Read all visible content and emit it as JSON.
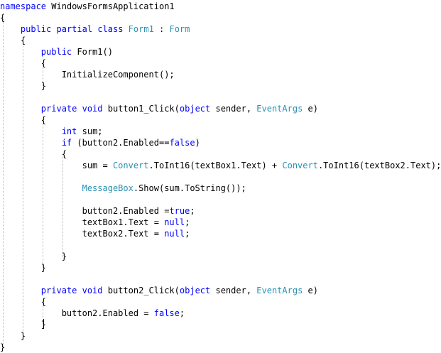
{
  "colors": {
    "keyword": "#0000ff",
    "type": "#2b91af",
    "plain": "#000000",
    "background": "#ffffff",
    "indent_guide": "#b8b8b8"
  },
  "code": {
    "lines": [
      [
        {
          "t": "namespace",
          "k": "kw"
        },
        {
          "t": " WindowsFormsApplication1",
          "k": "plain"
        }
      ],
      [
        {
          "t": "{",
          "k": "plain"
        }
      ],
      [
        {
          "t": "    ",
          "k": "plain"
        },
        {
          "t": "public",
          "k": "kw"
        },
        {
          "t": " ",
          "k": "plain"
        },
        {
          "t": "partial",
          "k": "kw"
        },
        {
          "t": " ",
          "k": "plain"
        },
        {
          "t": "class",
          "k": "kw"
        },
        {
          "t": " ",
          "k": "plain"
        },
        {
          "t": "Form1",
          "k": "type"
        },
        {
          "t": " : ",
          "k": "plain"
        },
        {
          "t": "Form",
          "k": "type"
        }
      ],
      [
        {
          "t": "    {",
          "k": "plain"
        }
      ],
      [
        {
          "t": "        ",
          "k": "plain"
        },
        {
          "t": "public",
          "k": "kw"
        },
        {
          "t": " Form1()",
          "k": "plain"
        }
      ],
      [
        {
          "t": "        {",
          "k": "plain"
        }
      ],
      [
        {
          "t": "            InitializeComponent();",
          "k": "plain"
        }
      ],
      [
        {
          "t": "        }",
          "k": "plain"
        }
      ],
      [],
      [
        {
          "t": "        ",
          "k": "plain"
        },
        {
          "t": "private",
          "k": "kw"
        },
        {
          "t": " ",
          "k": "plain"
        },
        {
          "t": "void",
          "k": "kw"
        },
        {
          "t": " button1_Click(",
          "k": "plain"
        },
        {
          "t": "object",
          "k": "kw"
        },
        {
          "t": " sender, ",
          "k": "plain"
        },
        {
          "t": "EventArgs",
          "k": "type"
        },
        {
          "t": " e)",
          "k": "plain"
        }
      ],
      [
        {
          "t": "        {",
          "k": "plain"
        }
      ],
      [
        {
          "t": "            ",
          "k": "plain"
        },
        {
          "t": "int",
          "k": "kw"
        },
        {
          "t": " sum;",
          "k": "plain"
        }
      ],
      [
        {
          "t": "            ",
          "k": "plain"
        },
        {
          "t": "if",
          "k": "kw"
        },
        {
          "t": " (button2.Enabled==",
          "k": "plain"
        },
        {
          "t": "false",
          "k": "kw"
        },
        {
          "t": ")",
          "k": "plain"
        }
      ],
      [
        {
          "t": "            {",
          "k": "plain"
        }
      ],
      [
        {
          "t": "                sum = ",
          "k": "plain"
        },
        {
          "t": "Convert",
          "k": "type"
        },
        {
          "t": ".ToInt16(textBox1.Text) + ",
          "k": "plain"
        },
        {
          "t": "Convert",
          "k": "type"
        },
        {
          "t": ".ToInt16(textBox2.Text);",
          "k": "plain"
        }
      ],
      [],
      [
        {
          "t": "                ",
          "k": "plain"
        },
        {
          "t": "MessageBox",
          "k": "type"
        },
        {
          "t": ".Show(sum.ToString());",
          "k": "plain"
        }
      ],
      [],
      [
        {
          "t": "                button2.Enabled =",
          "k": "plain"
        },
        {
          "t": "true",
          "k": "kw"
        },
        {
          "t": ";",
          "k": "plain"
        }
      ],
      [
        {
          "t": "                textBox1.Text = ",
          "k": "plain"
        },
        {
          "t": "null",
          "k": "kw"
        },
        {
          "t": ";",
          "k": "plain"
        }
      ],
      [
        {
          "t": "                textBox2.Text = ",
          "k": "plain"
        },
        {
          "t": "null",
          "k": "kw"
        },
        {
          "t": ";",
          "k": "plain"
        }
      ],
      [],
      [
        {
          "t": "            }",
          "k": "plain"
        }
      ],
      [
        {
          "t": "        }",
          "k": "plain"
        }
      ],
      [],
      [
        {
          "t": "        ",
          "k": "plain"
        },
        {
          "t": "private",
          "k": "kw"
        },
        {
          "t": " ",
          "k": "plain"
        },
        {
          "t": "void",
          "k": "kw"
        },
        {
          "t": " button2_Click(",
          "k": "plain"
        },
        {
          "t": "object",
          "k": "kw"
        },
        {
          "t": " sender, ",
          "k": "plain"
        },
        {
          "t": "EventArgs",
          "k": "type"
        },
        {
          "t": " e)",
          "k": "plain"
        }
      ],
      [
        {
          "t": "        {",
          "k": "plain"
        }
      ],
      [
        {
          "t": "            button2.Enabled = ",
          "k": "plain"
        },
        {
          "t": "false",
          "k": "kw"
        },
        {
          "t": ";",
          "k": "plain"
        }
      ],
      [
        {
          "t": "        }",
          "k": "plain"
        }
      ],
      [
        {
          "t": "    }",
          "k": "plain"
        }
      ],
      [
        {
          "t": "}",
          "k": "plain"
        }
      ]
    ]
  }
}
